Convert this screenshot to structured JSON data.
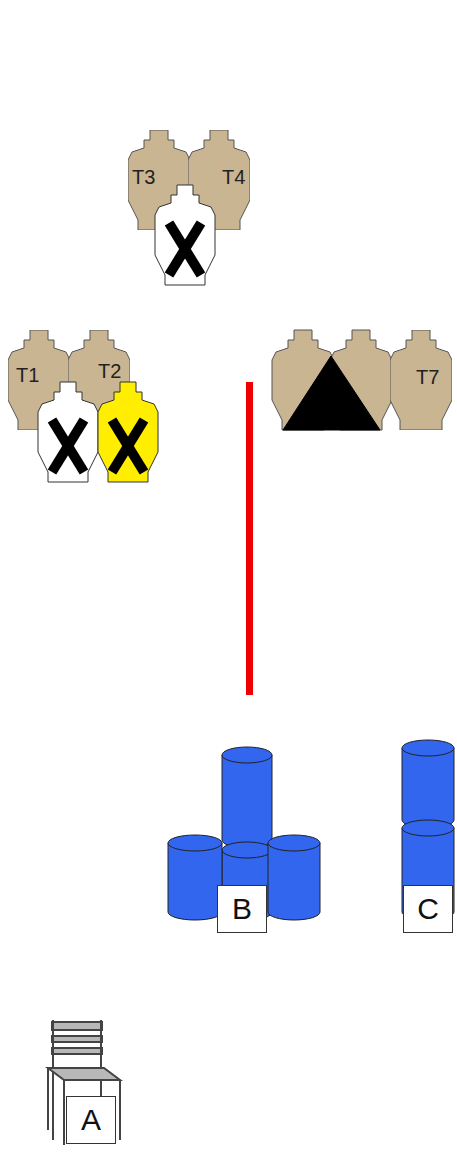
{
  "diagram": {
    "nodes": [
      {
        "text": [
          "T3"
        ]
      },
      {
        "text": [
          "T4"
        ]
      },
      {
        "text": [
          "T1"
        ]
      },
      {
        "text": [
          "T2"
        ]
      },
      {
        "text": [
          "T7"
        ]
      },
      {
        "text": [
          "B"
        ]
      },
      {
        "text": [
          "C"
        ]
      },
      {
        "text": [
          "A"
        ]
      }
    ]
  }
}
